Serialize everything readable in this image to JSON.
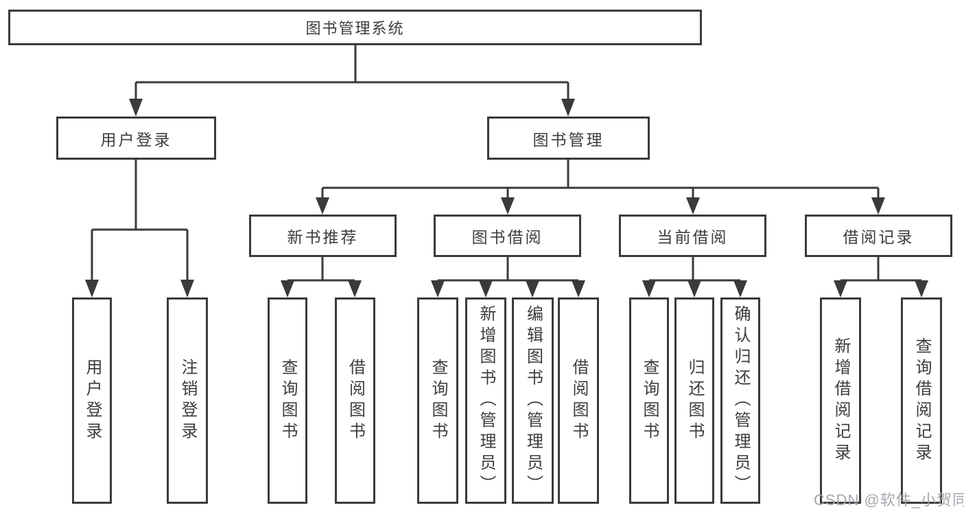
{
  "root": {
    "label": "图书管理系统"
  },
  "branches": {
    "user_login": {
      "label": "用户登录",
      "children": [
        {
          "label": "用户登录"
        },
        {
          "label": "注销登录"
        }
      ]
    },
    "book_mgmt": {
      "label": "图书管理",
      "sections": [
        {
          "label": "新书推荐",
          "children": [
            {
              "label": "查询图书"
            },
            {
              "label": "借阅图书"
            }
          ]
        },
        {
          "label": "图书借阅",
          "children": [
            {
              "label": "查询图书"
            },
            {
              "label": "新增图书（管理员）"
            },
            {
              "label": "编辑图书（管理员）"
            },
            {
              "label": "借阅图书"
            }
          ]
        },
        {
          "label": "当前借阅",
          "children": [
            {
              "label": "查询图书"
            },
            {
              "label": "归还图书"
            },
            {
              "label": "确认归还（管理员）"
            }
          ]
        },
        {
          "label": "借阅记录",
          "children": [
            {
              "label": "新增借阅记录"
            },
            {
              "label": "查询借阅记录"
            }
          ]
        }
      ]
    }
  },
  "watermark": "CSDN @软件_小贺同学",
  "colors": {
    "line": "#3a3a3a",
    "text": "#3d3d3d",
    "watermark": "#9ea3aa"
  }
}
